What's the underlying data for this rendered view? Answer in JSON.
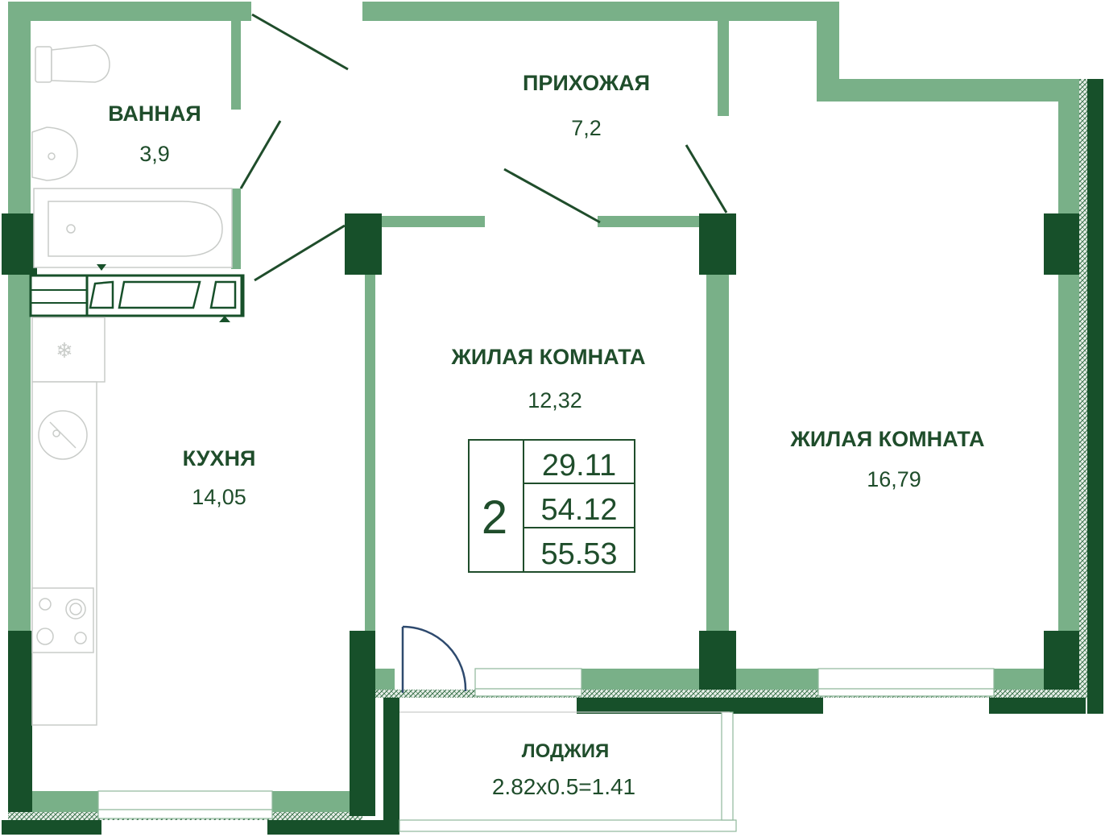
{
  "colors": {
    "wall_light": "#79b088",
    "wall_dark": "#17502a",
    "text": "#1f4d2b",
    "fixture": "#c9ccc9",
    "door_arc": "#2e4a6e"
  },
  "rooms": {
    "bathroom": {
      "name": "ВАННАЯ",
      "area": "3,9"
    },
    "hallway": {
      "name": "ПРИХОЖАЯ",
      "area": "7,2"
    },
    "living1": {
      "name": "ЖИЛАЯ КОМНАТА",
      "area": "12,32"
    },
    "living2": {
      "name": "ЖИЛАЯ КОМНАТА",
      "area": "16,79"
    },
    "kitchen": {
      "name": "КУХНЯ",
      "area": "14,05"
    },
    "loggia": {
      "name": "ЛОДЖИЯ",
      "area": "2.82x0.5=1.41"
    }
  },
  "summary": {
    "rooms_count": "2",
    "living_area": "29.11",
    "total_area": "54.12",
    "total_with_loggia": "55.53"
  }
}
